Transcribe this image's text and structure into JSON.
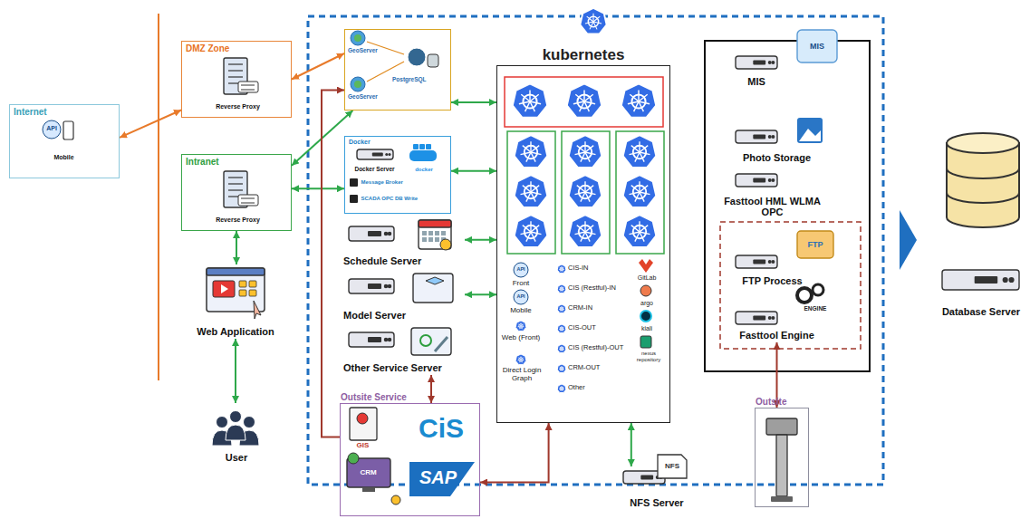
{
  "diagram": {
    "nodes": [
      {
        "text": [
          "Internet"
        ]
      },
      {
        "text": [
          "Mobile"
        ],
        "in": 0
      },
      {
        "text": [
          "DMZ Zone"
        ]
      },
      {
        "text": [
          "Reverse Proxy"
        ],
        "in": 2
      },
      {
        "text": [
          "Intranet"
        ]
      },
      {
        "text": [
          "Reverse Proxy"
        ],
        "in": 4
      },
      {
        "text": [
          "Web Application"
        ]
      },
      {
        "text": [
          "User"
        ]
      },
      {
        "text": [
          "GeoServer",
          "GeoServer",
          "PostgreSQL"
        ]
      },
      {
        "text": [
          "Docker"
        ]
      },
      {
        "text": [
          "Docker Server"
        ],
        "in": 9
      },
      {
        "text": [
          "Message Broker"
        ],
        "in": 9
      },
      {
        "text": [
          "SCADA OPC DB Write"
        ],
        "in": 9
      },
      {
        "text": [
          "Schedule Server"
        ]
      },
      {
        "text": [
          "Model Server"
        ]
      },
      {
        "text": [
          "Other Service Server"
        ]
      },
      {
        "text": [
          "Outsite Service"
        ]
      },
      {
        "text": [
          "GIS"
        ],
        "in": 16
      },
      {
        "text": [
          "CiS"
        ],
        "in": 16
      },
      {
        "text": [
          "CRM"
        ],
        "in": 16
      },
      {
        "text": [
          "SAP"
        ],
        "in": 16
      },
      {
        "text": [
          "kubernetes"
        ]
      },
      {
        "text": [
          "MIS"
        ]
      },
      {
        "text": [
          "Photo Storage"
        ]
      },
      {
        "text": [
          "Fasttool HML WLMA OPC"
        ]
      },
      {
        "text": [
          "FTP Process"
        ]
      },
      {
        "text": [
          "Fasttool Engine"
        ]
      },
      {
        "text": [
          "Outsite"
        ]
      },
      {
        "text": [
          "NFS Server"
        ]
      },
      {
        "text": [
          "Database Server"
        ]
      }
    ],
    "edges": [
      {
        "from": 0,
        "to": 2,
        "arrow": "both"
      },
      {
        "from": 2,
        "to": 8,
        "arrow": "both"
      },
      {
        "from": 4,
        "to": 8,
        "arrow": "both"
      },
      {
        "from": 4,
        "to": 9,
        "arrow": "both"
      },
      {
        "from": 4,
        "to": 6,
        "arrow": "both"
      },
      {
        "from": 6,
        "to": 7,
        "arrow": "both"
      },
      {
        "from": 8,
        "to": 21,
        "arrow": "both"
      },
      {
        "from": 9,
        "to": 21,
        "arrow": "both"
      },
      {
        "from": 13,
        "to": 21,
        "arrow": "both"
      },
      {
        "from": 14,
        "to": 21,
        "arrow": "both"
      },
      {
        "from": 15,
        "to": 16,
        "arrow": "both"
      },
      {
        "from": 16,
        "to": 8,
        "arrow": "to"
      },
      {
        "from": 16,
        "to": 21,
        "arrow": "both"
      },
      {
        "from": 28,
        "to": 21,
        "arrow": "both"
      },
      {
        "from": 26,
        "to": 27,
        "arrow": "both"
      }
    ],
    "labels": [
      "API",
      "docker",
      "API",
      "Front",
      "API",
      "Mobile",
      "Web (Front)",
      "Direct Login Graph",
      "CIS-IN",
      "CIS (Restful)-IN",
      "CRM-IN",
      "CIS-OUT",
      "CIS (Restful)-OUT",
      "CRM-OUT",
      "Other",
      "GitLab",
      "argo",
      "kiali",
      "nexus repository",
      "MIS",
      "FTP",
      "ENGINE",
      "NFS"
    ]
  }
}
